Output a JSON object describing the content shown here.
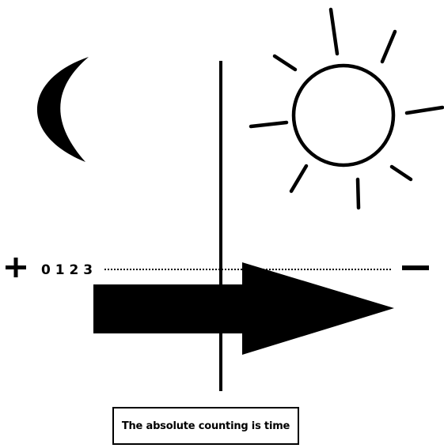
{
  "diagram": {
    "moon_icon": "crescent-moon",
    "sun_icon": "sun",
    "plus_sign": "+",
    "minus_sign": "–",
    "counting": "0 1 2 3",
    "caption": "The absolute counting is time"
  }
}
